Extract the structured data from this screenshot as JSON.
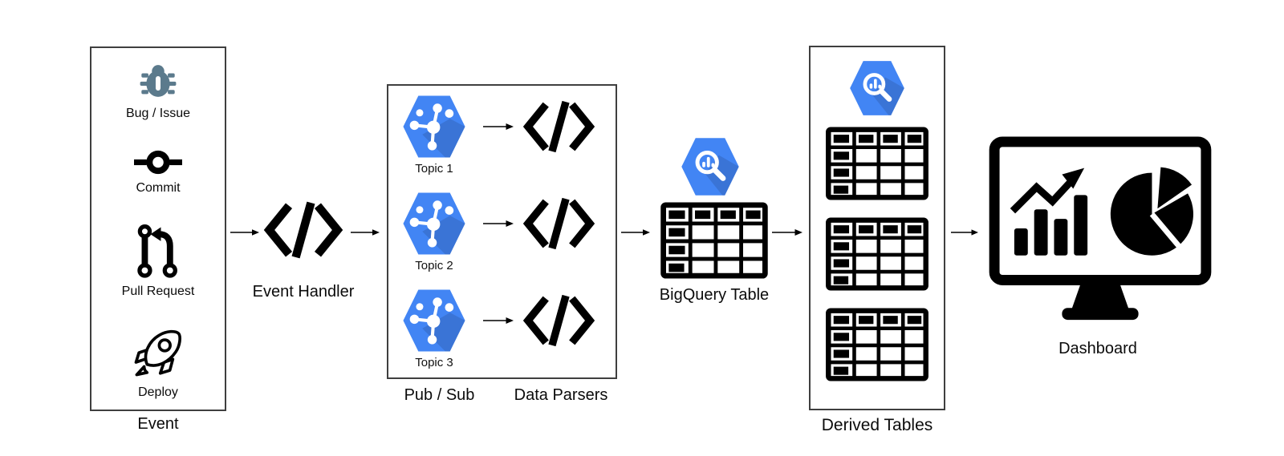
{
  "diagram": {
    "event_box": {
      "label": "Event",
      "items": [
        {
          "icon": "bug-icon",
          "label": "Bug / Issue"
        },
        {
          "icon": "commit-icon",
          "label": "Commit"
        },
        {
          "icon": "pull-request-icon",
          "label": "Pull Request"
        },
        {
          "icon": "rocket-icon",
          "label": "Deploy"
        }
      ]
    },
    "event_handler": {
      "icon": "code-icon",
      "label": "Event Handler"
    },
    "pubsub": {
      "label": "Pub / Sub",
      "parsers_label": "Data Parsers",
      "topics": [
        {
          "icon": "pubsub-topic-icon",
          "label": "Topic 1"
        },
        {
          "icon": "pubsub-topic-icon",
          "label": "Topic 2"
        },
        {
          "icon": "pubsub-topic-icon",
          "label": "Topic 3"
        }
      ]
    },
    "bigquery": {
      "icon": "bigquery-icon",
      "label": "BigQuery Table"
    },
    "derived_tables": {
      "icon": "bigquery-icon",
      "label": "Derived Tables",
      "table_count": 3
    },
    "dashboard": {
      "icon": "dashboard-monitor-icon",
      "label": "Dashboard"
    }
  },
  "colors": {
    "gcp-blue": "#4285F4",
    "bug-slate": "#5B7A8C",
    "box-border": "#3F3F3F",
    "ink": "#000000"
  }
}
